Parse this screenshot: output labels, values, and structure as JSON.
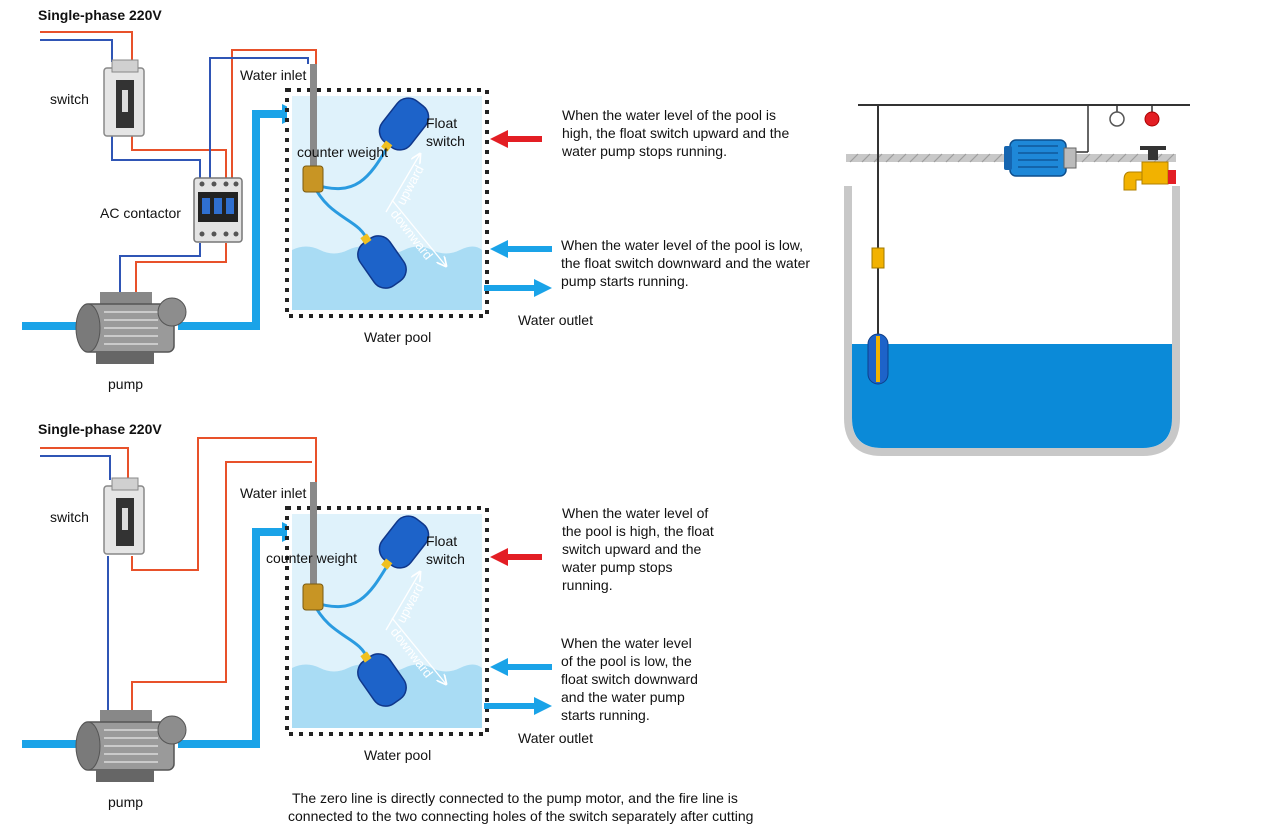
{
  "colors": {
    "water_pipe": "#1aa3e8",
    "fire_wire": "#e8512a",
    "zero_wire": "#2f55b5",
    "water_fill": "#bfe6f7",
    "float_body": "#1d63c9",
    "tank_water": "#0b8ad8",
    "warning_arrow": "#e31e24"
  },
  "top": {
    "power_title": "Single-phase 220V",
    "switch_label": "switch",
    "contactor_label": "AC contactor",
    "pump_label": "pump",
    "water_inlet": "Water inlet",
    "float_switch_l1": "Float",
    "float_switch_l2": "switch",
    "counter_weight": "counter weight",
    "upward": "upward",
    "downward": "downward",
    "water_pool": "Water pool",
    "water_outlet": "Water outlet",
    "high_note": [
      "When the water level of the pool is",
      "high, the float switch upward and the",
      "water pump stops running."
    ],
    "low_note": [
      "When the water level of the pool is low,",
      "the float switch downward and the water",
      "pump starts running."
    ]
  },
  "bottom": {
    "power_title": "Single-phase 220V",
    "switch_label": "switch",
    "pump_label": "pump",
    "water_inlet": "Water inlet",
    "float_switch_l1": "Float",
    "float_switch_l2": "switch",
    "counter_weight": "counter weight",
    "upward": "upward",
    "downward": "downward",
    "water_pool": "Water pool",
    "water_outlet": "Water outlet",
    "high_note": [
      "When the water level of",
      "the pool is high, the float",
      "switch upward and the",
      "water pump stops",
      "running."
    ],
    "low_note": [
      "When the water level",
      "of the pool is low, the",
      "float switch downward",
      "and the water pump",
      "starts running."
    ]
  },
  "footer": [
    "The zero line is directly connected to the pump motor, and the fire line is",
    "connected to the two connecting holes of the switch separately after cutting"
  ]
}
